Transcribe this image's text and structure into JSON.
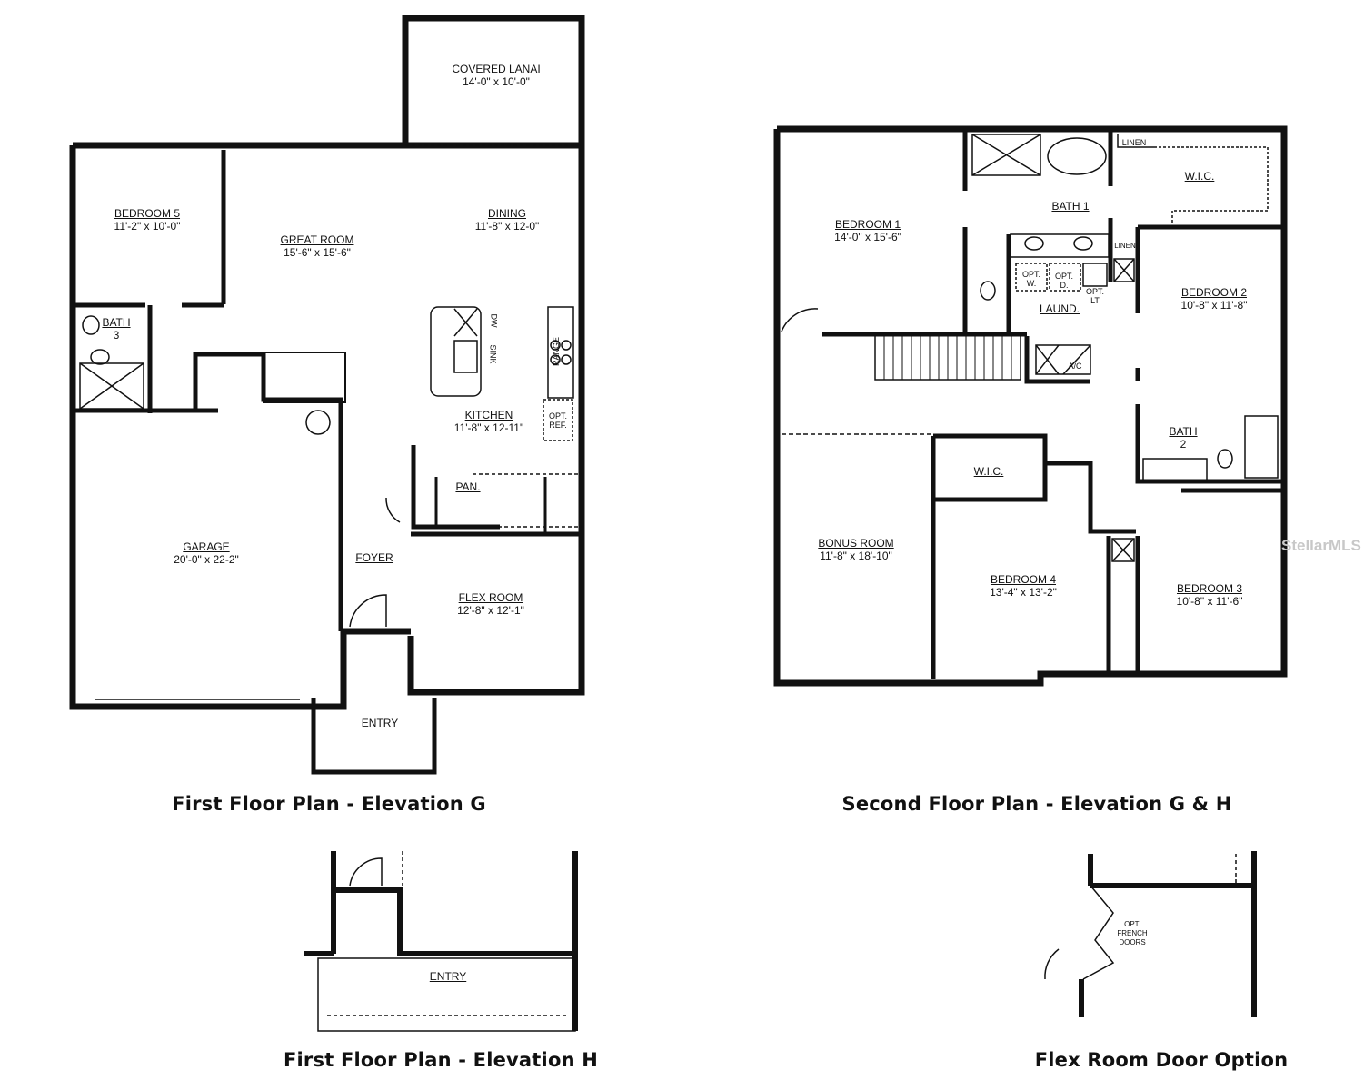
{
  "first_floor_g": {
    "title": "First Floor Plan - Elevation G",
    "rooms": {
      "lanai": {
        "name": "COVERED LANAI",
        "dim": "14'-0\" x 10'-0\""
      },
      "bedroom5": {
        "name": "BEDROOM 5",
        "dim": "11'-2\" x 10'-0\""
      },
      "great_room": {
        "name": "GREAT ROOM",
        "dim": "15'-6\" x 15'-6\""
      },
      "dining": {
        "name": "DINING",
        "dim": "11'-8\" x 12-0\""
      },
      "bath3": {
        "name": "BATH",
        "dim": "3"
      },
      "kitchen": {
        "name": "KITCHEN",
        "dim": "11'-8\" x 12-11\""
      },
      "garage": {
        "name": "GARAGE",
        "dim": "20'-0\" x 22-2\""
      },
      "pantry": {
        "name": "PAN."
      },
      "foyer": {
        "name": "FOYER"
      },
      "flex_room": {
        "name": "FLEX ROOM",
        "dim": "12'-8\" x 12'-1\""
      },
      "entry": {
        "name": "ENTRY"
      }
    },
    "fixtures": {
      "dw": "DW",
      "sink": "SINK",
      "range": "RANGE",
      "opt_ref": "OPT. REF."
    }
  },
  "second_floor": {
    "title": "Second Floor Plan - Elevation G & H",
    "rooms": {
      "bedroom1": {
        "name": "BEDROOM  1",
        "dim": "14'-0\" x 15'-6\""
      },
      "bath1": {
        "name": "BATH 1"
      },
      "linen_top": {
        "name": "LINEN"
      },
      "wic1": {
        "name": "W.I.C."
      },
      "linen2": {
        "name": "LINEN"
      },
      "laundry": {
        "name": "LAUND."
      },
      "bedroom2": {
        "name": "BEDROOM 2",
        "dim": "10'-8\" x 11'-8\""
      },
      "bath2": {
        "name": "BATH",
        "dim": "2"
      },
      "wic2": {
        "name": "W.I.C."
      },
      "bonus_room": {
        "name": "BONUS ROOM",
        "dim": "11'-8\" x 18'-10\""
      },
      "bedroom4": {
        "name": "BEDROOM 4",
        "dim": "13'-4\" x 13'-2\""
      },
      "bedroom3": {
        "name": "BEDROOM 3",
        "dim": "10'-8\" x 11'-6\""
      }
    },
    "fixtures": {
      "opt_w": "OPT. W.",
      "opt_d": "OPT. D.",
      "opt_lt": "OPT. LT",
      "ac": "A/C"
    }
  },
  "first_floor_h": {
    "title": "First Floor Plan - Elevation H",
    "entry": "ENTRY"
  },
  "flex_door_option": {
    "title": "Flex Room Door Option",
    "note": "OPT. FRENCH DOORS"
  },
  "watermark": "StellarMLS",
  "colors": {
    "wall": "#111111",
    "background": "#ffffff",
    "watermark": "#c8c8c8"
  }
}
